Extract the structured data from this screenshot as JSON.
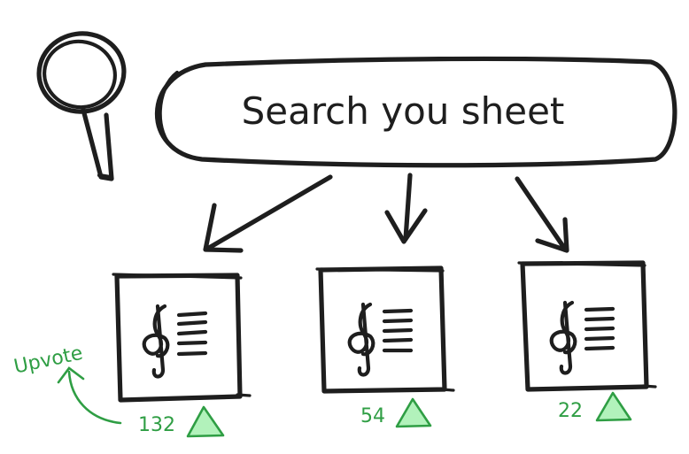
{
  "search": {
    "text": "Search you sheet"
  },
  "upvote": {
    "label": "Upvote"
  },
  "cards": [
    {
      "votes": "132"
    },
    {
      "votes": "54"
    },
    {
      "votes": "22"
    }
  ],
  "colors": {
    "ink": "#1e1e1e",
    "accent_green": "#2f9e44",
    "upvote_fill": "#b2f2bb"
  },
  "icons": {
    "search": "magnifier-icon",
    "sheet": "treble-clef-icon",
    "upvote": "triangle-up-icon"
  }
}
